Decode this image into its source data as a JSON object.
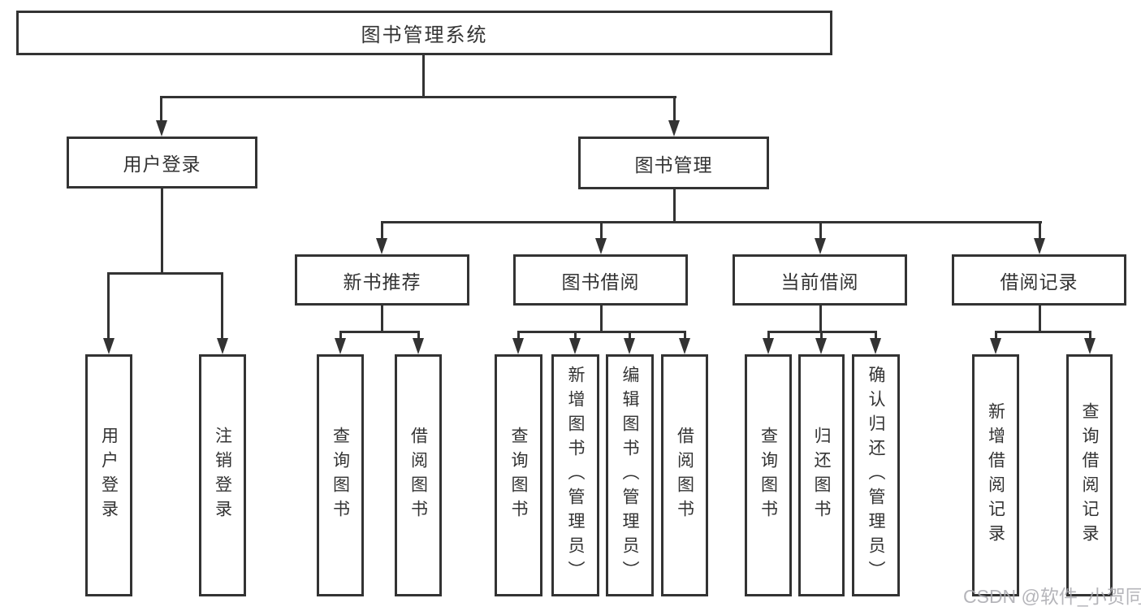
{
  "tree": {
    "root": "图书管理系统",
    "children": [
      {
        "label": "用户登录",
        "children": [
          "用户登录",
          "注销登录"
        ]
      },
      {
        "label": "图书管理",
        "children": [
          {
            "label": "新书推荐",
            "children": [
              "查询图书",
              "借阅图书"
            ]
          },
          {
            "label": "图书借阅",
            "children": [
              "查询图书",
              "新增图书（管理员）",
              "编辑图书（管理员）",
              "借阅图书"
            ]
          },
          {
            "label": "当前借阅",
            "children": [
              "查询图书",
              "归还图书",
              "确认归还（管理员）"
            ]
          },
          {
            "label": "借阅记录",
            "children": [
              "新增借阅记录",
              "查询借阅记录"
            ]
          }
        ]
      }
    ]
  },
  "watermark": {
    "text": "CSDN @软件_小贺同学"
  },
  "colors": {
    "line": "#333333",
    "text": "#333333",
    "background": "#ffffff",
    "watermark": "#a8a8ae"
  }
}
